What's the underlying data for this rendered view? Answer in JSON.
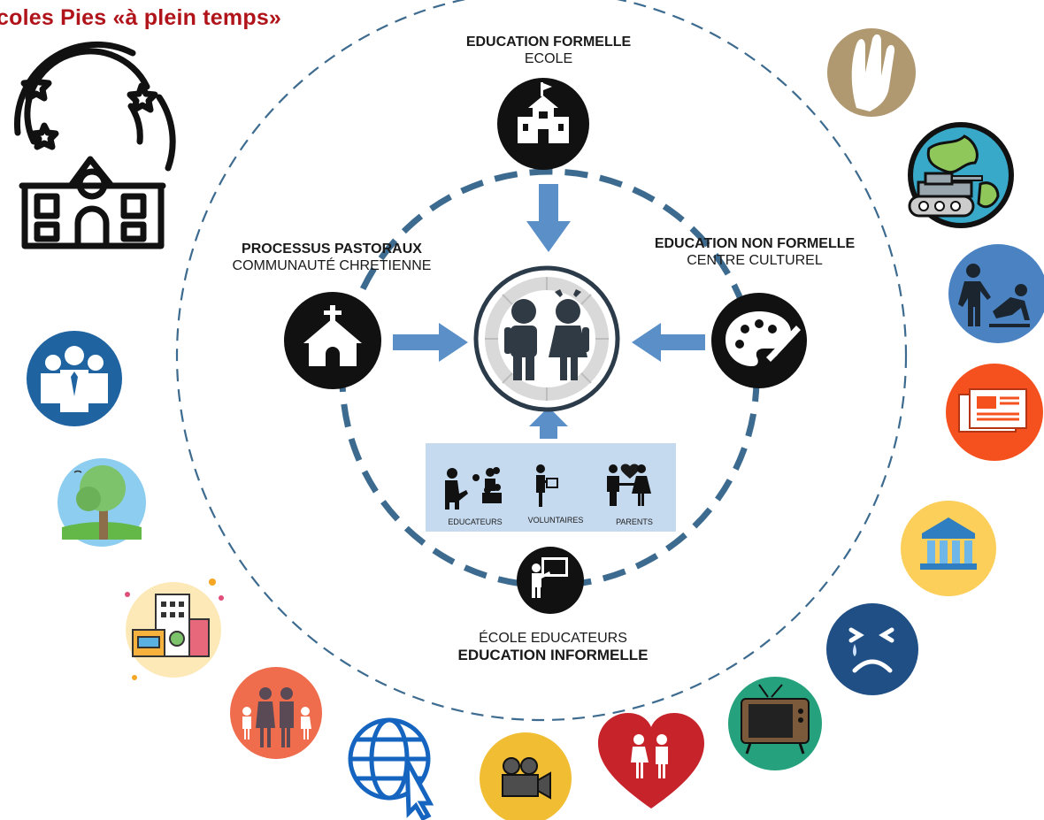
{
  "page_title": "coles Pies «à plein temps»",
  "nodes": {
    "formal": {
      "bold": "EDUCATION FORMELLE",
      "normal": "ECOLE",
      "icon": "school-church-icon"
    },
    "pastoral": {
      "bold": "PROCESSUS PASTORAUX",
      "normal": "COMMUNAUTÉ CHRETIENNE",
      "icon": "church-icon"
    },
    "nonformal": {
      "bold": "EDUCATION NON FORMELLE",
      "normal": "CENTRE CULTUREL",
      "icon": "palette-icon"
    },
    "informal": {
      "normal": "ÉCOLE EDUCATEURS",
      "bold": "EDUCATION INFORMELLE",
      "icon": "teacher-board-icon"
    }
  },
  "center": {
    "icon": "children-seal-icon"
  },
  "actors": [
    {
      "label": "EDUCATEURS",
      "icon": "educator-children-icon"
    },
    {
      "label": "VOLUNTAIRES",
      "icon": "volunteer-icon"
    },
    {
      "label": "PARENTS",
      "icon": "parents-heart-icon"
    }
  ],
  "colors": {
    "title": "#b0141a",
    "arrow": "#5b8fc7",
    "dashed_ring": "#3d6b8f",
    "actor_panel": "#c5d9ef",
    "node_fill": "#111111"
  },
  "surrounding_icons": [
    "school-stars-icon",
    "praying-hands-icon",
    "globe-tank-icon",
    "helping-person-icon",
    "newspaper-icon",
    "museum-icon",
    "sad-face-icon",
    "television-icon",
    "couple-heart-icon",
    "film-camera-icon",
    "globe-cursor-icon",
    "family-icon",
    "city-buildings-icon",
    "tree-icon",
    "workers-group-icon"
  ]
}
